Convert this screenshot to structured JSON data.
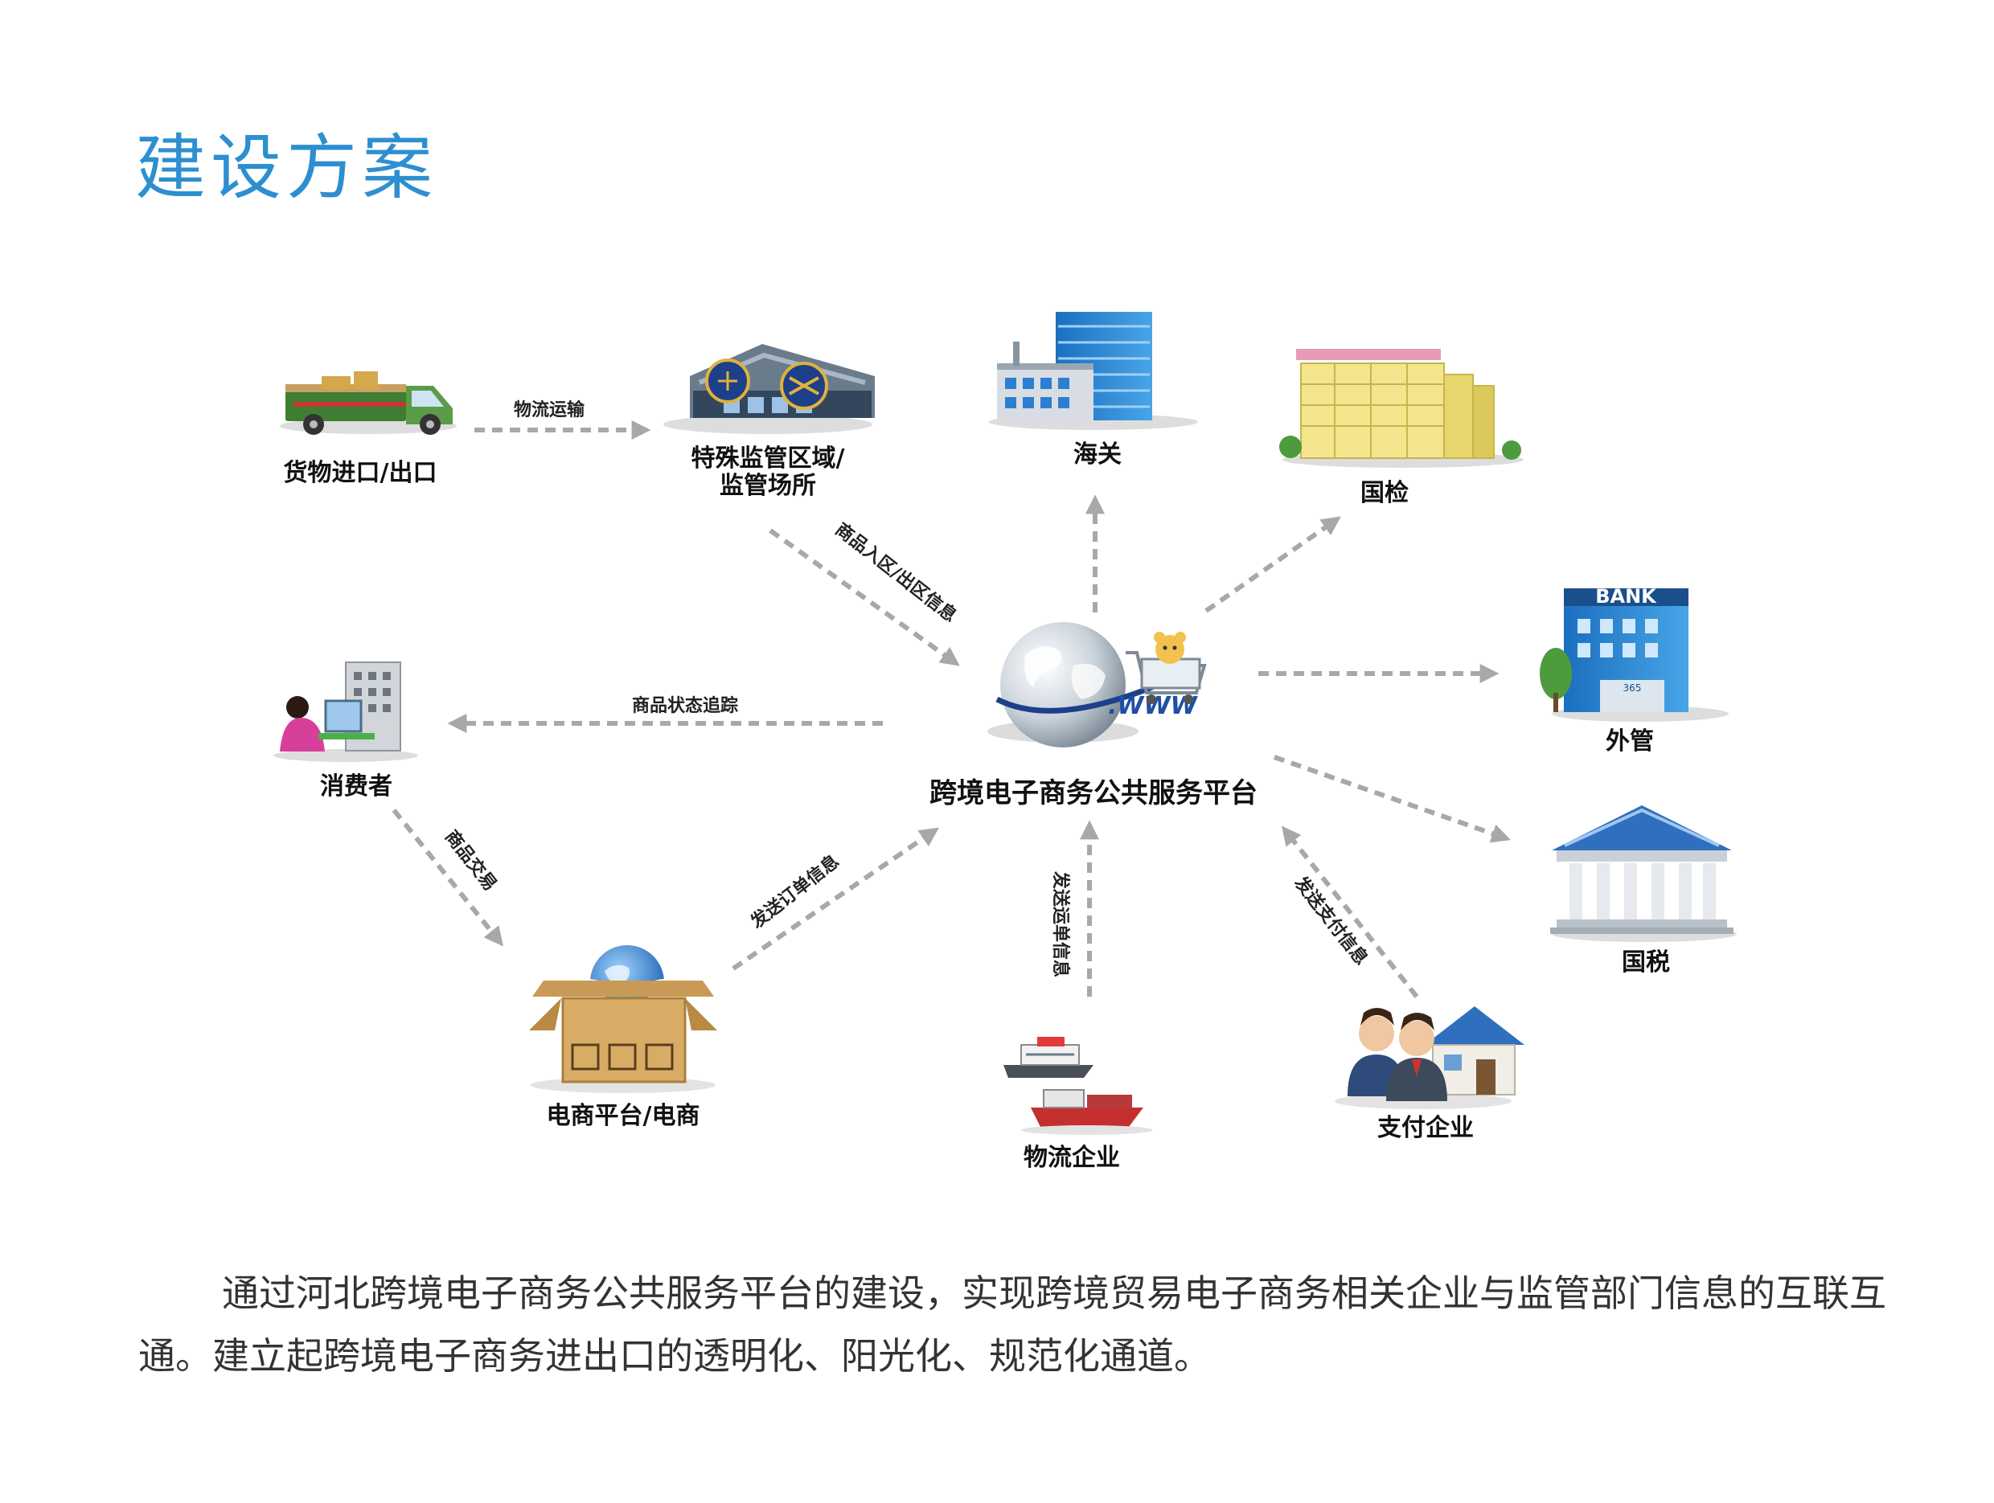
{
  "title": "建设方案",
  "diagram": {
    "center": {
      "label": "跨境电子商务公共服务平台",
      "icon": "globe-www-cart-icon"
    },
    "nodes": {
      "goods": {
        "label": "货物进口/出口",
        "icon": "truck-icon"
      },
      "zone": {
        "line1": "特殊监管区域/",
        "line2": "监管场所",
        "icon": "customs-warehouse-icon"
      },
      "customs": {
        "label": "海关",
        "icon": "office-building-icon"
      },
      "inspection": {
        "label": "国检",
        "icon": "government-building-icon"
      },
      "forex": {
        "label": "外管",
        "icon": "bank-building-icon"
      },
      "tax": {
        "label": "国税",
        "icon": "tax-bureau-icon"
      },
      "consumer": {
        "label": "消费者",
        "icon": "consumer-computer-icon"
      },
      "ecommerce": {
        "label": "电商平台/电商",
        "icon": "package-box-icon"
      },
      "logistics": {
        "label": "物流企业",
        "icon": "ships-icon"
      },
      "payment": {
        "label": "支付企业",
        "icon": "people-house-icon"
      }
    },
    "edges": {
      "goods_zone": "物流运输",
      "zone_center": "商品入区/出区信息",
      "center_consumer": "商品状态追踪",
      "consumer_ecommerce": "商品交易",
      "ecommerce_center": "发送订单信息",
      "logistics_center": "发送运单信息",
      "payment_center": "发送支付信息"
    },
    "icon_text": {
      "www": ".WWW",
      "bank": "BANK",
      "bank_sign": "365"
    }
  },
  "paragraph": "通过河北跨境电子商务公共服务平台的建设，实现跨境贸易电子商务相关企业与监管部门信息的互联互通。建立起跨境电子商务进出口的透明化、阳光化、规范化通道。",
  "colors": {
    "title": "#2d8fd0",
    "arrow": "#a8a8a8",
    "text": "#333333"
  }
}
